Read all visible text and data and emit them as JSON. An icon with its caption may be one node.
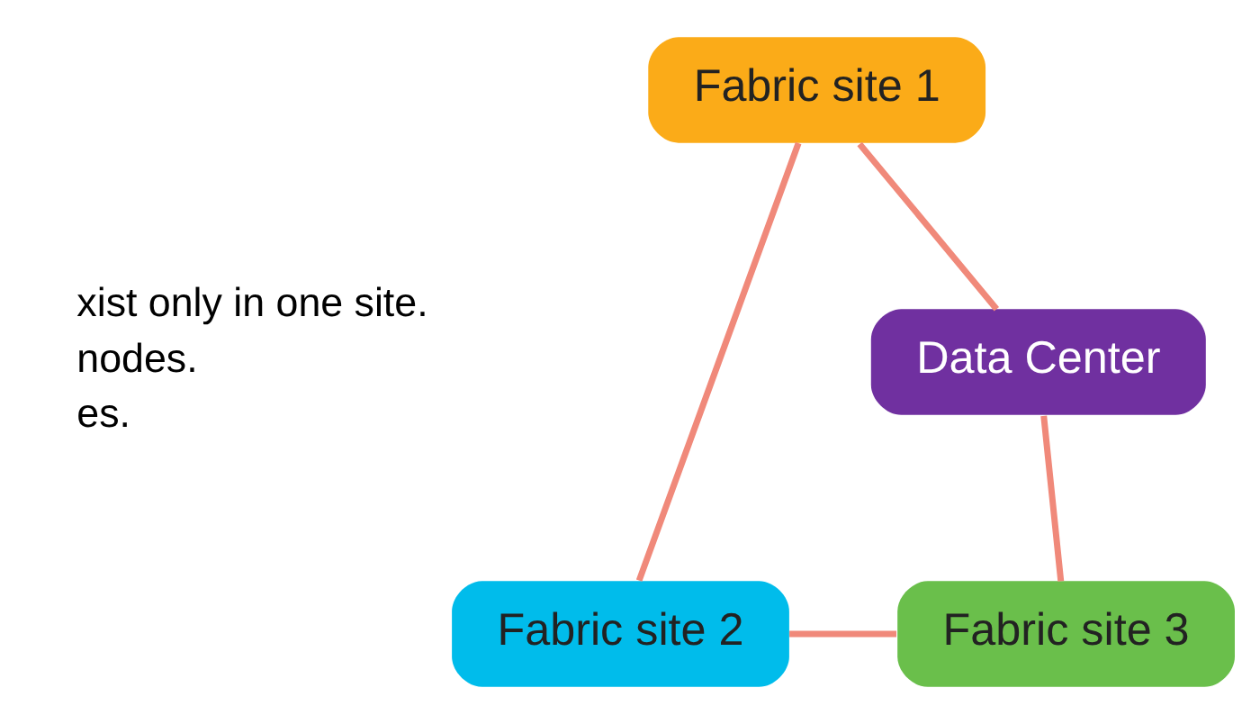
{
  "diagram": {
    "nodes": [
      {
        "text": [
          "Data Center"
        ]
      },
      {
        "text": [
          "Fabric site 1"
        ]
      },
      {
        "text": [
          "Fabric site 2"
        ]
      },
      {
        "text": [
          "Fabric site 3"
        ]
      }
    ],
    "edges": [
      {
        "from": 1,
        "to": 0,
        "arrow": "none"
      },
      {
        "from": 0,
        "to": 3,
        "arrow": "none"
      },
      {
        "from": 1,
        "to": 2,
        "arrow": "none"
      },
      {
        "from": 2,
        "to": 3,
        "arrow": "none"
      }
    ],
    "labels": [
      "xist only in one site.",
      "nodes.",
      "es."
    ]
  }
}
